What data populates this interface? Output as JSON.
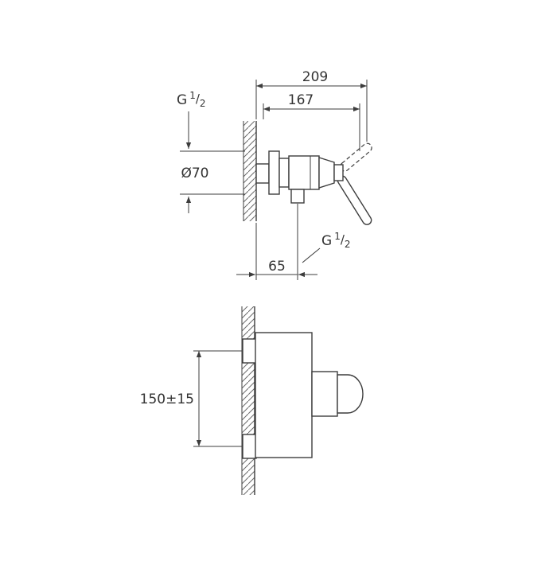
{
  "page": {
    "background": "#ffffff",
    "line_color": "#3d3d3d",
    "text_color": "#333333"
  },
  "side_view": {
    "dim_total_depth": "209",
    "dim_body_depth": "167",
    "flange_diameter": "Ø70",
    "outlet_offset": "65",
    "thread_top": {
      "prefix": "G",
      "numerator": "1",
      "slash": "/",
      "denominator": "2"
    },
    "thread_bottom": {
      "prefix": "G",
      "numerator": "1",
      "slash": "/",
      "denominator": "2"
    }
  },
  "front_view": {
    "connection_spacing": "150±15"
  }
}
